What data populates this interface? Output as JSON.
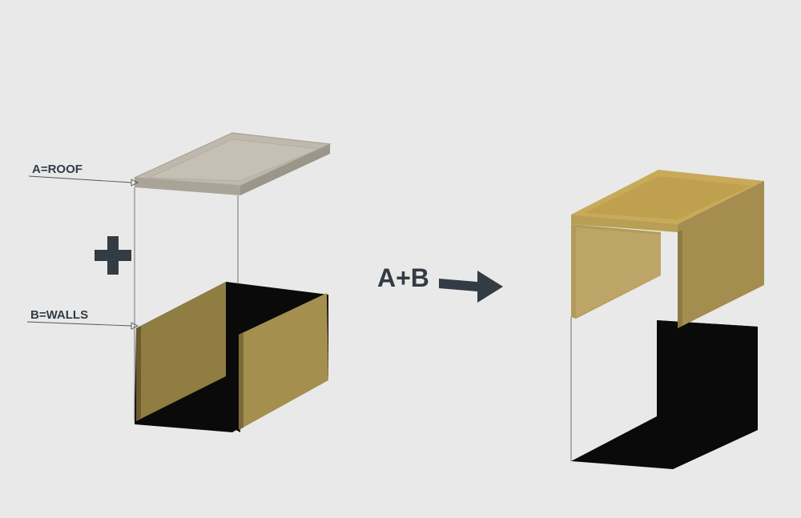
{
  "diagram": {
    "labels": {
      "roof": "A=ROOF",
      "walls": "B=WALLS",
      "plus_symbol": "+",
      "combine_label": "A+B"
    },
    "colors": {
      "background": "#e9e9e9",
      "wall_front": "#8f7d42",
      "wall_side": "#a58f4f",
      "wall_edge": "#6b5c2c",
      "shadow": "#0a0a0a",
      "roof_top": "#bfb8ad",
      "roof_edge": "#a8a195",
      "result_top": "#c8aa58",
      "result_face": "#b29a58",
      "result_side": "#a48d4f",
      "text": "#333b44"
    },
    "icons": {
      "plus": "plus-icon",
      "arrow": "arrow-right-icon"
    }
  }
}
